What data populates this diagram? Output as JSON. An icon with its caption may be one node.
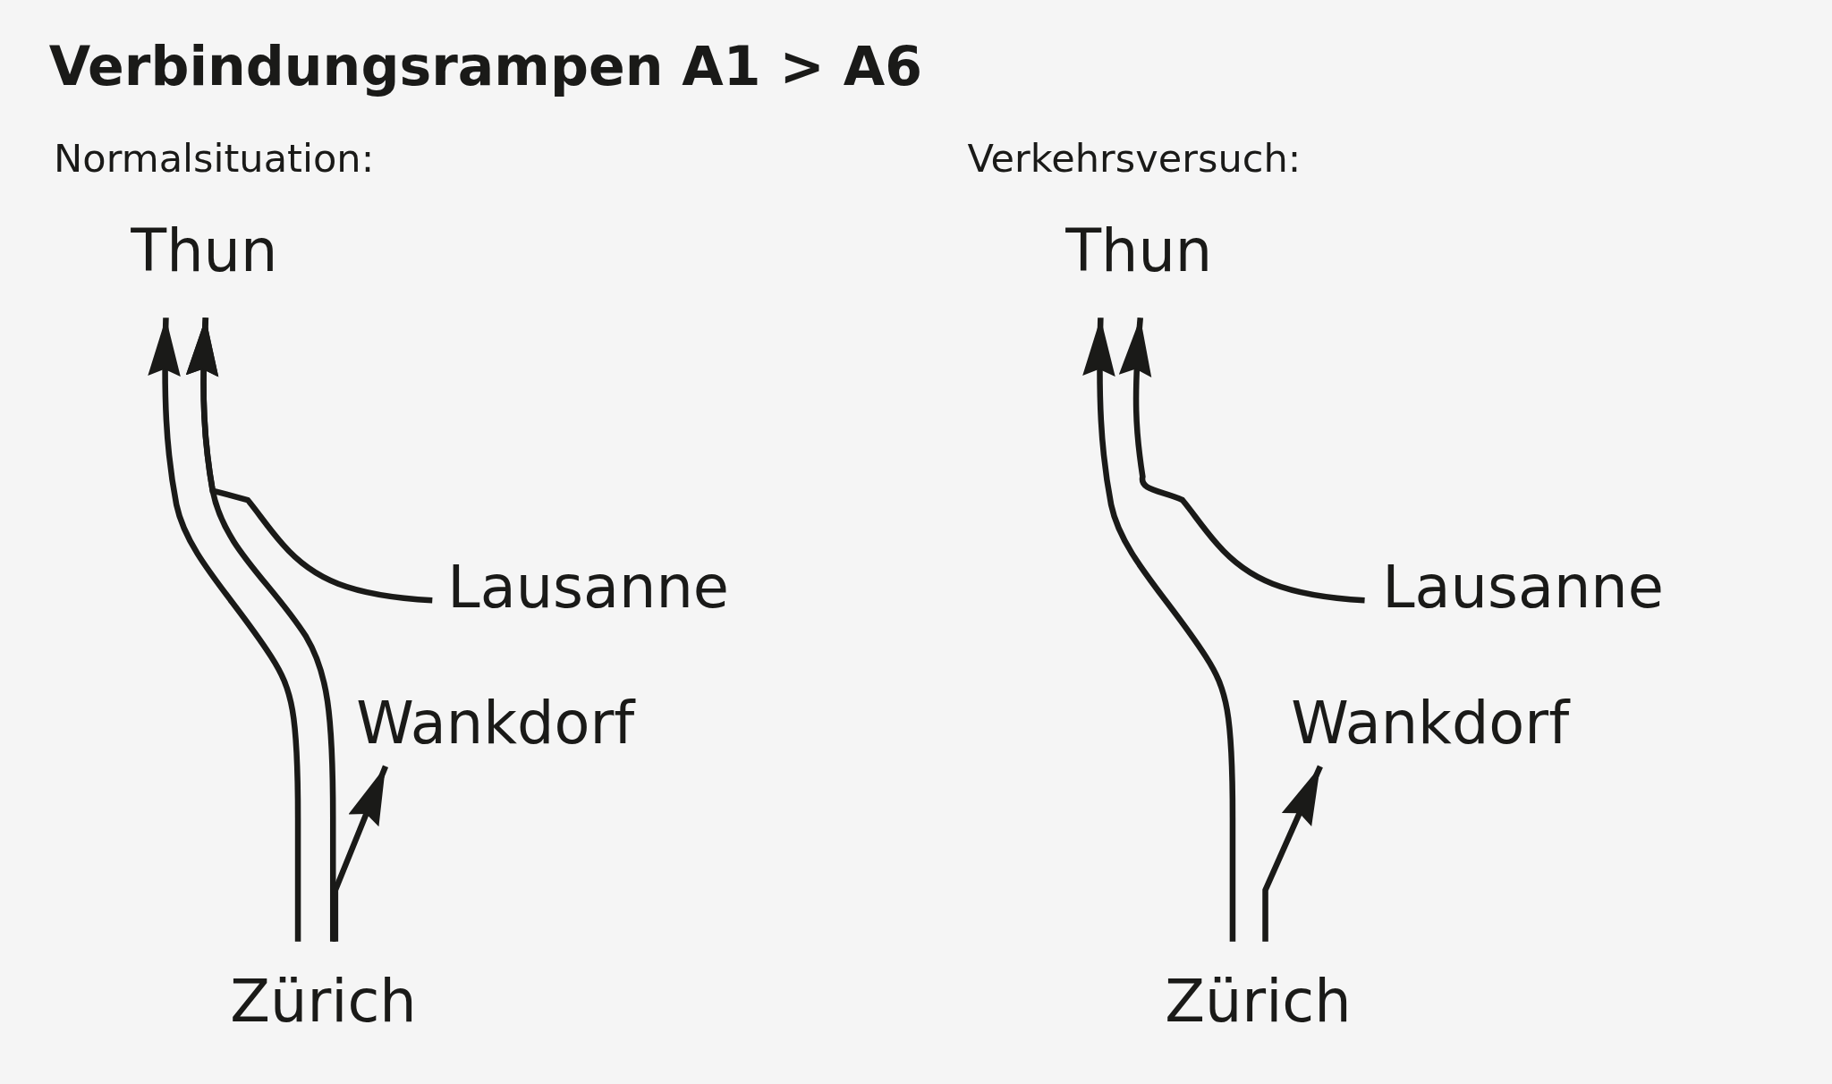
{
  "diagram": {
    "title": "Verbindungsrampen A1 > A6",
    "nodes": [
      {
        "text": [
          "Thun"
        ]
      },
      {
        "text": [
          "Lausanne"
        ]
      },
      {
        "text": [
          "Wankdorf"
        ]
      },
      {
        "text": [
          "Zürich"
        ]
      },
      {
        "text": [
          "Thun"
        ]
      },
      {
        "text": [
          "Lausanne"
        ]
      },
      {
        "text": [
          "Wankdorf"
        ]
      },
      {
        "text": [
          "Zürich"
        ]
      }
    ],
    "edges": [
      {
        "from": 3,
        "to": 0,
        "arrow": "to"
      },
      {
        "from": 3,
        "to": 0,
        "arrow": "to"
      },
      {
        "from": 1,
        "to": 0,
        "arrow": "to"
      },
      {
        "from": 3,
        "to": 2,
        "arrow": "to"
      },
      {
        "from": 7,
        "to": 4,
        "arrow": "to"
      },
      {
        "from": 5,
        "to": 4,
        "arrow": "to"
      },
      {
        "from": 7,
        "to": 6,
        "arrow": "to"
      }
    ],
    "labels": [
      "Normalsituation:",
      "Verkehrsversuch:"
    ]
  }
}
